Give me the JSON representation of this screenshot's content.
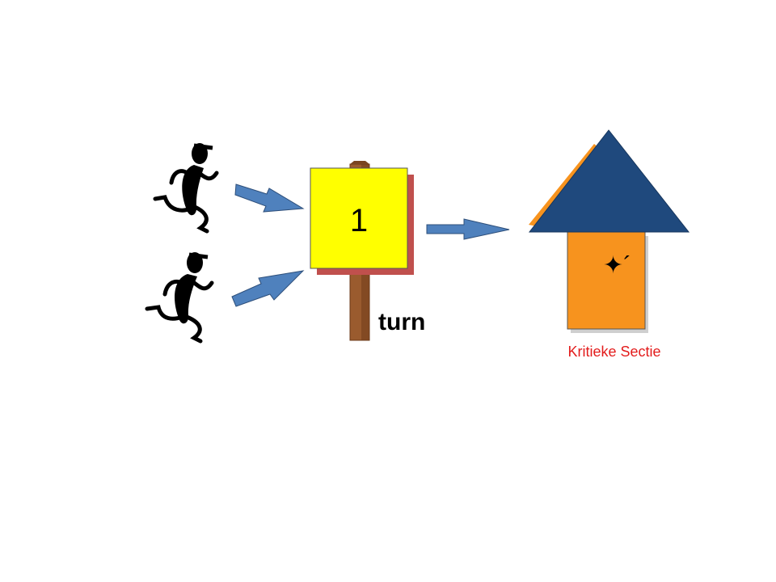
{
  "diagram": {
    "sign": {
      "number": "1",
      "caption": "turn"
    },
    "house": {
      "label": "Kritieke Sectie",
      "marker": "✦´"
    }
  },
  "colors": {
    "runner": "#000000",
    "arrow": "#4f81bd",
    "arrow_edge": "#2e4f7a",
    "sign_face": "#ffff00",
    "sign_shadow": "#c0504d",
    "post": "#9a5b2e",
    "post_dark": "#6b3a18",
    "roof": "#1f497d",
    "roof_back": "#f7931e",
    "house_body": "#f7931e",
    "house_shadow": "#cfcfcf",
    "section_label": "#e31c1c"
  },
  "icons": {
    "runner_top": "running-figure-icon",
    "runner_bottom": "running-figure-icon"
  }
}
